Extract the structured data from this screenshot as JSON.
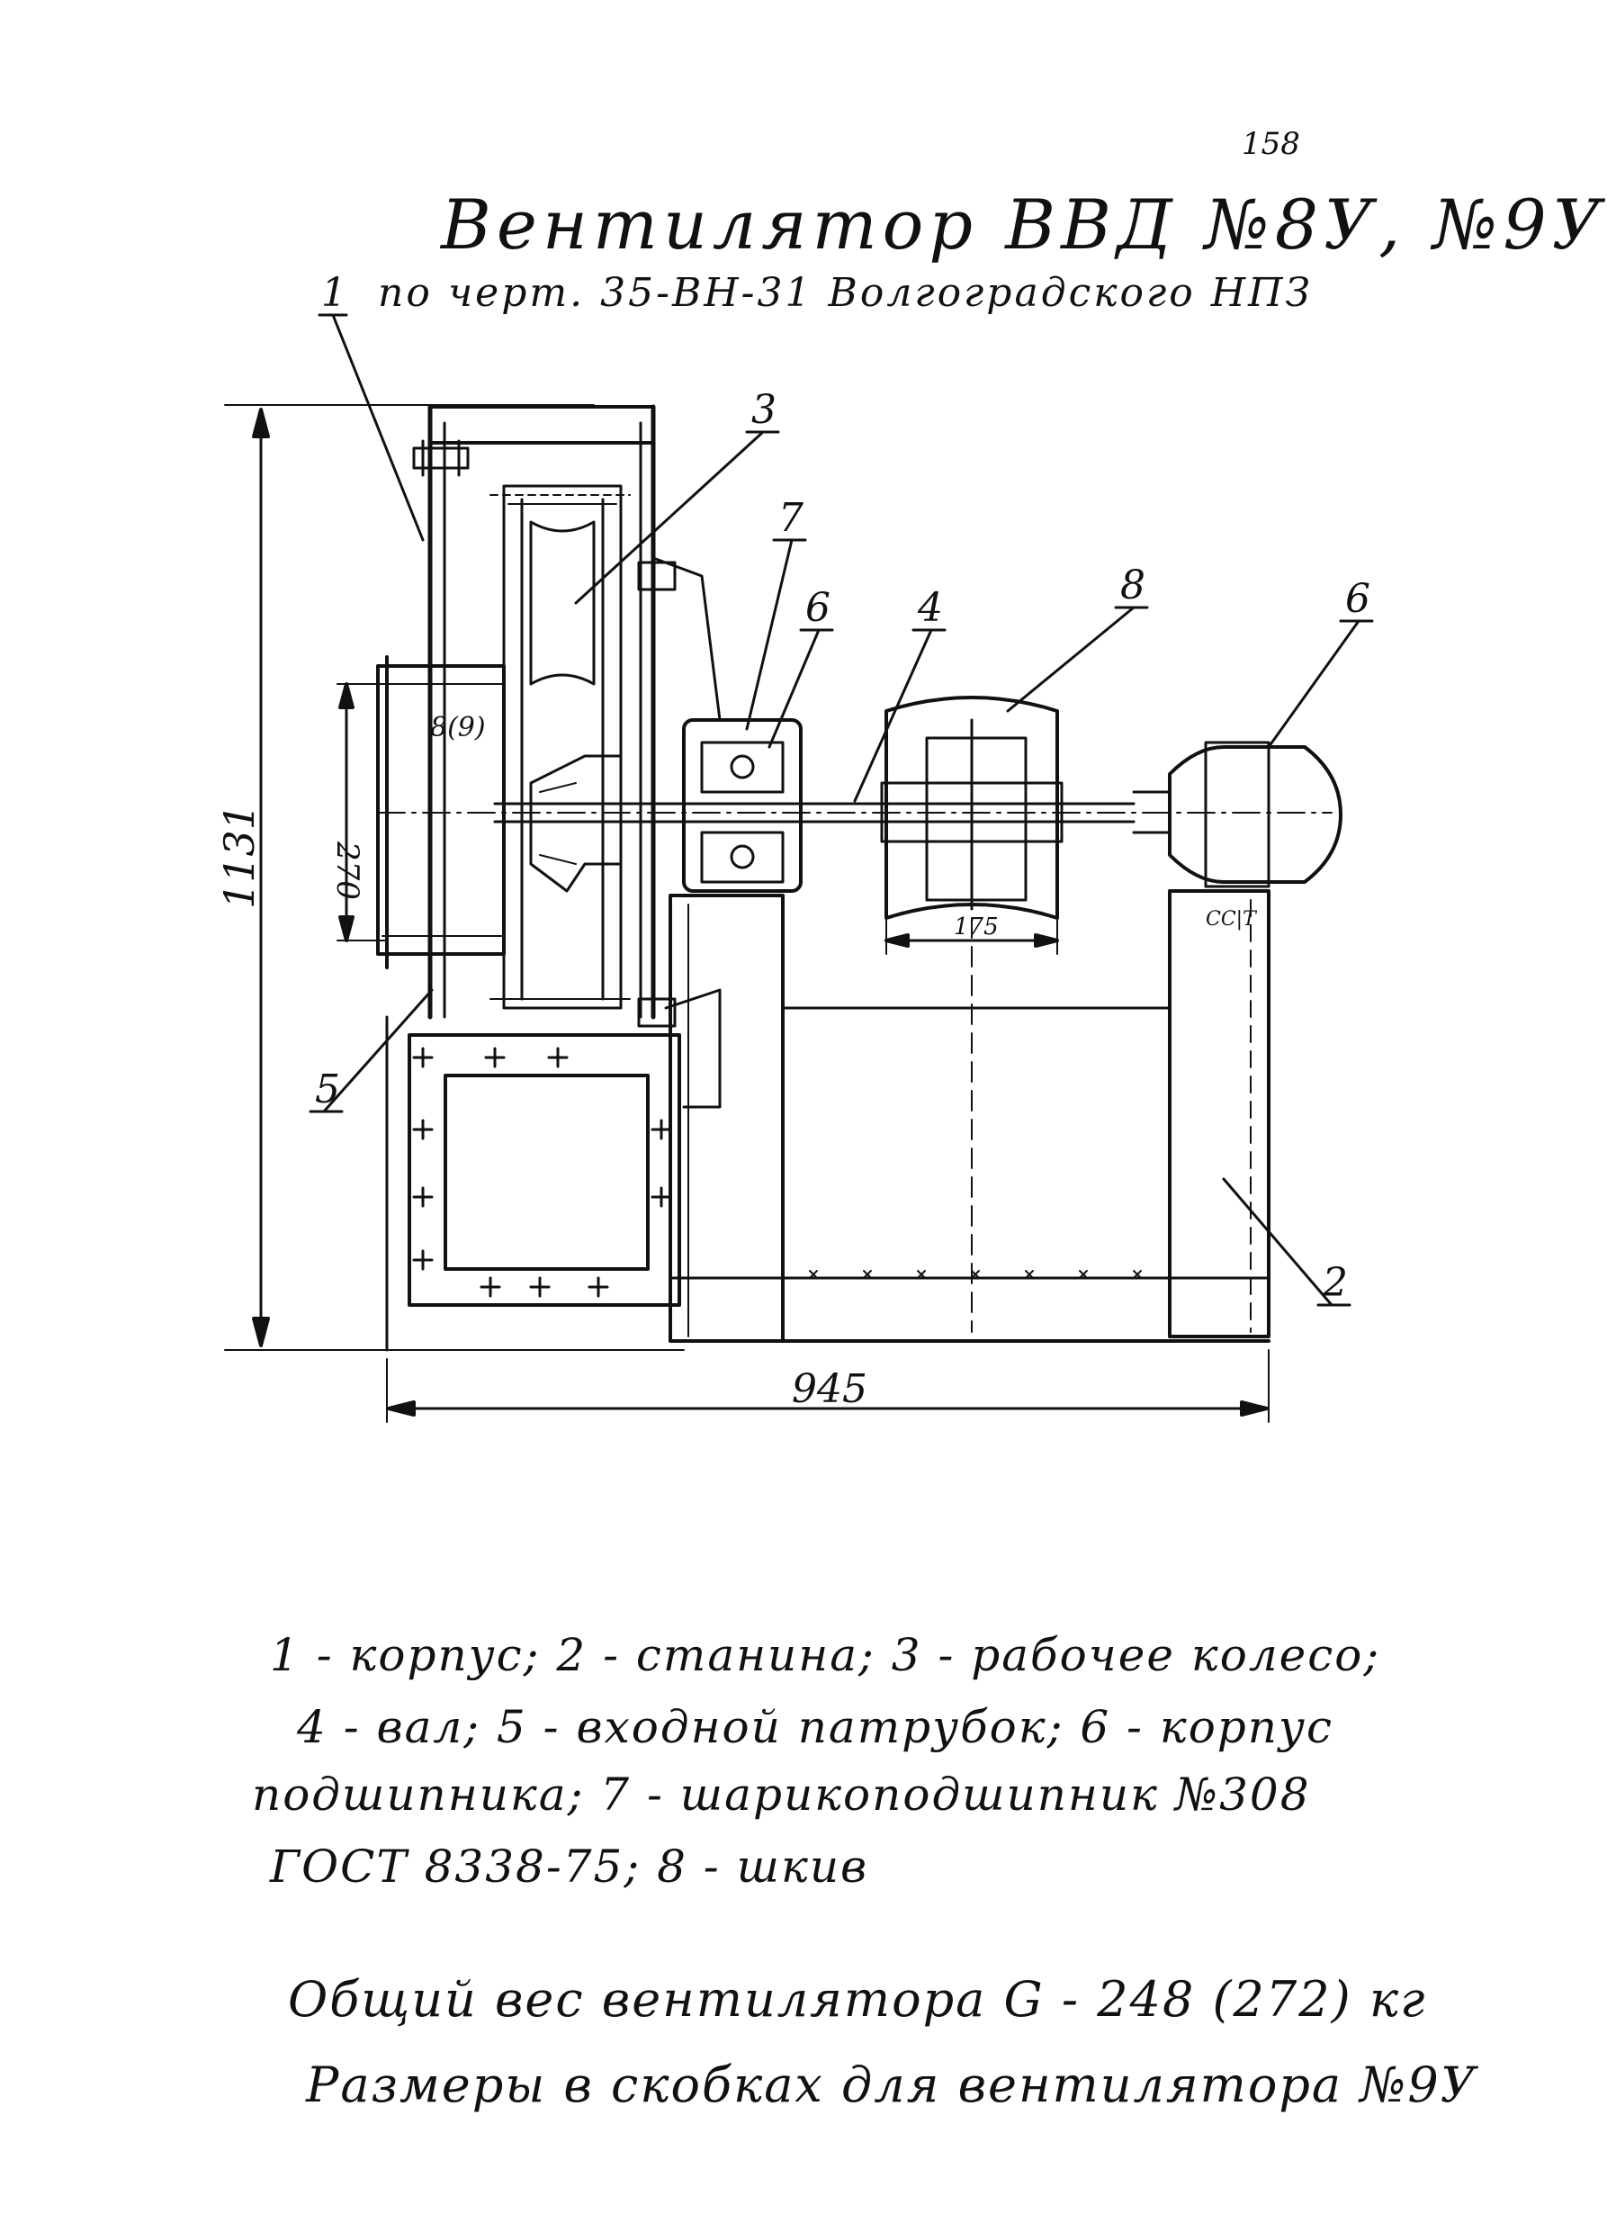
{
  "page_number": "158",
  "title": "Вентилятор ВВД №8У, №9У",
  "subtitle": "по черт. 35-ВН-31 Волгоградского НПЗ",
  "dimensions": {
    "overall_height": "1131",
    "overall_width": "945",
    "inlet_diameter": "270",
    "wall_thickness": "8(9)",
    "pulley_width": "175"
  },
  "callouts": {
    "c1": "1",
    "c2": "2",
    "c3": "3",
    "c4": "4",
    "c5": "5",
    "c6a": "6",
    "c6b": "6",
    "c7": "7",
    "c8": "8",
    "motor_mark": "СС|Т"
  },
  "legend": {
    "line1": "1 - корпус;  2 - станина;  3 - рабочее колесо;",
    "line2": "4 - вал;  5 - входной патрубок;  6 - корпус",
    "line3": "подшипника;   7 - шарикоподшипник №308",
    "line4": "ГОСТ 8338-75;  8 - шкив"
  },
  "weight_line": "Общий вес вентилятора G - 248 (272) кг",
  "note_line": "Размеры в скобках для вентилятора №9У"
}
